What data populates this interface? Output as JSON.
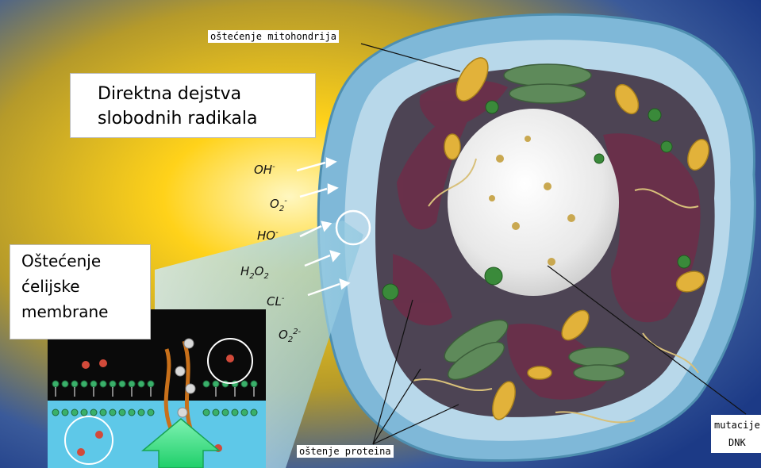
{
  "title": {
    "line1": "Direktna dejstva",
    "line2": "slobodnih radikala"
  },
  "membrane_label": {
    "line1": "Oštećenje",
    "line2": "ćelijske",
    "line3": "membrane"
  },
  "callouts": {
    "mito": "oštećenje mitohondrija",
    "protein": "oštenje proteina",
    "dna_line1": "mutacije",
    "dna_line2": "DNK"
  },
  "radicals": [
    {
      "base": "OH",
      "sub": "",
      "sup": "-"
    },
    {
      "base": "O",
      "sub": "2",
      "sup": "-"
    },
    {
      "base": "HO",
      "sub": "",
      "sup": "-"
    },
    {
      "base": "H",
      "sub": "2",
      "mid": "O",
      "sub2": "2",
      "sup": ""
    },
    {
      "base": "CL",
      "sub": "",
      "sup": "-"
    },
    {
      "base": "O",
      "sub": "2",
      "sup": "2-"
    }
  ],
  "colors": {
    "background_warm": "#ffd21a",
    "background_cool": "#2a4a9a",
    "cell_membrane": "#7fb8d8",
    "cytoplasm": "#b8d8ea",
    "nucleus": "#f2f2f2",
    "er": "#6a2f4a",
    "golgi": "#5e8a5a",
    "mitochondria": "#e2b23a",
    "membrane_fluid": "#5ec8e8",
    "arrow_green": "#3ee08a"
  }
}
